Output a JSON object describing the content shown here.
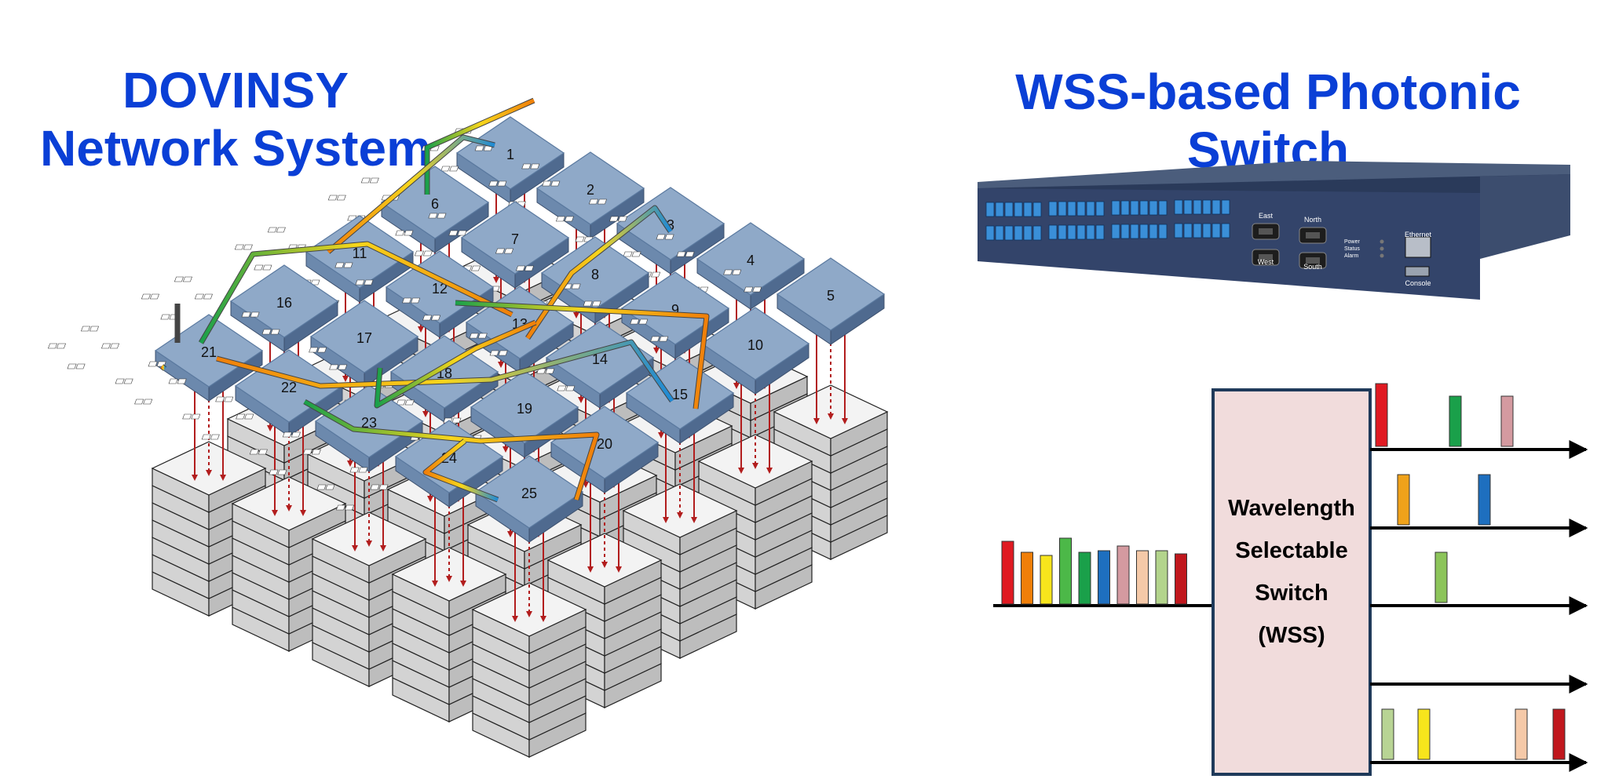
{
  "left_title": {
    "line1": "DOVINSY",
    "line2": "Network System"
  },
  "right_title": "WSS-based Photonic Switch",
  "nodes": [
    "1",
    "2",
    "3",
    "4",
    "5",
    "6",
    "7",
    "8",
    "9",
    "10",
    "11",
    "12",
    "13",
    "14",
    "15",
    "16",
    "17",
    "18",
    "19",
    "20",
    "21",
    "22",
    "23",
    "24",
    "25"
  ],
  "device_labels": {
    "east": "East",
    "north": "North",
    "west": "West",
    "south": "South",
    "ethernet": "Ethernet",
    "console": "Console",
    "power": "Power",
    "status": "Status",
    "alarm": "Alarm"
  },
  "wss_box": {
    "line1": "Wavelength",
    "line2": "Selectable",
    "line3": "Switch",
    "line4": "(WSS)"
  },
  "input_colors": [
    "#e01a22",
    "#f07f0a",
    "#f7e51c",
    "#4cb848",
    "#1aa04a",
    "#1e6fbf",
    "#d49aa0",
    "#f5c9a8",
    "#b3d48c",
    "#c0171d"
  ],
  "outputs": [
    {
      "colors": [
        "#e01a22",
        "#1aa04a",
        "#d49aa0"
      ]
    },
    {
      "colors": [
        "#f0a21a",
        "#1e6fbf"
      ]
    },
    {
      "colors": [
        "#8cc45a"
      ]
    },
    {
      "colors": []
    },
    {
      "colors": [
        "#b8d494",
        "#f7e51c",
        "#f5c9a8",
        "#c0171d"
      ]
    }
  ],
  "colors": {
    "title": "#0a3fd6",
    "switch_top": "#8aa6c6",
    "switch_side": "#5b7aa0",
    "wss_fill": "#f1dcdc",
    "wss_stroke": "#1f3a5a"
  }
}
